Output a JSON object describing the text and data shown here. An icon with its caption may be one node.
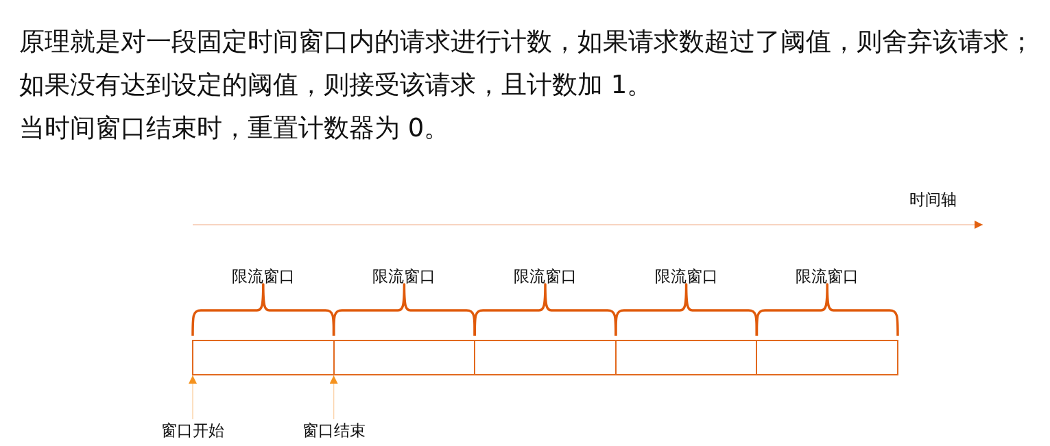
{
  "diagram": {
    "nodes": [
      {
        "text": [],
        "shape": "box",
        "beside": [
          "限流窗口"
        ]
      },
      {
        "text": [],
        "shape": "box",
        "beside": [
          "限流窗口"
        ]
      },
      {
        "text": [],
        "shape": "box",
        "beside": [
          "限流窗口"
        ]
      },
      {
        "text": [],
        "shape": "box",
        "beside": [
          "限流窗口"
        ]
      },
      {
        "text": [],
        "shape": "box",
        "beside": [
          "限流窗口"
        ]
      },
      {
        "text": [
          "窗口开始"
        ]
      },
      {
        "text": [
          "窗口结束"
        ]
      }
    ],
    "edges": [
      {
        "from": 5,
        "to": 0,
        "arrow": "to"
      },
      {
        "from": 6,
        "to": 0,
        "arrow": "to"
      }
    ],
    "labels": [
      "原理就是对一段固定时间窗口内的请求进行计数，如果请求数超过了阈值，则舍弃该请求；如果没有达到设定的阈值，则接受该请求，且计数加 1。",
      "当时间窗口结束时，重置计数器为 0。",
      "时间轴"
    ]
  }
}
